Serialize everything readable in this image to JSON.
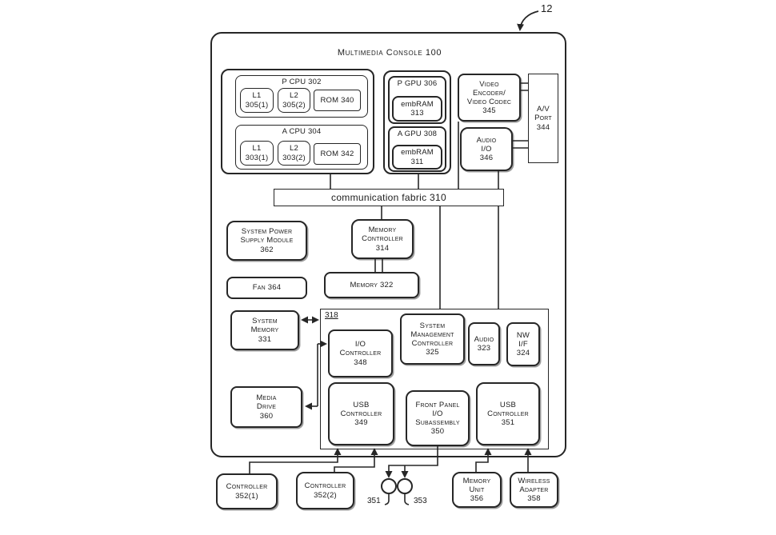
{
  "figure": {
    "ref": "12"
  },
  "console": {
    "title": "Multimedia Console 100"
  },
  "cpu": {
    "p_cpu": "P CPU 302",
    "l1_p": "L1\n305(1)",
    "l2_p": "L2\n305(2)",
    "rom_p": "ROM 340",
    "a_cpu": "A CPU 304",
    "l1_a": "L1\n303(1)",
    "l2_a": "L2\n303(2)",
    "rom_a": "ROM 342"
  },
  "gpu": {
    "p_gpu": "P GPU 306",
    "embram_p": "embRAM\n313",
    "a_gpu": "A GPU 308",
    "embram_a": "embRAM\n311"
  },
  "av": {
    "video_encoder": "Video\nEncoder/\nVideo Codec\n345",
    "av_port": "A/V\nPort\n344",
    "audio_io": "Audio\nI/O\n346"
  },
  "fabric": {
    "label": "communication fabric 310"
  },
  "power": {
    "psu": "System Power\nSupply Module\n362",
    "fan": "Fan 364"
  },
  "memory": {
    "controller": "Memory\nController\n314",
    "memory": "Memory 322",
    "system_memory": "System\nMemory\n331"
  },
  "io_block": {
    "ref": "318",
    "io_controller": "I/O\nController\n348",
    "smc": "System\nManagement\nController\n325",
    "audio": "Audio\n323",
    "nw_if": "NW\nI/F\n324",
    "usb_1": "USB\nController\n349",
    "front_panel": "Front Panel\nI/O\nSubassembly\n350",
    "usb_2": "USB\nController\n351"
  },
  "media": {
    "drive": "Media\nDrive\n360"
  },
  "peripherals": {
    "controller_1": "Controller\n352(1)",
    "controller_2": "Controller\n352(2)",
    "button_1": "351",
    "button_2": "353",
    "memory_unit": "Memory\nUnit\n356",
    "wireless": "Wireless\nAdapter\n358"
  },
  "colors": {
    "line": "#262626",
    "background": "#ffffff"
  }
}
